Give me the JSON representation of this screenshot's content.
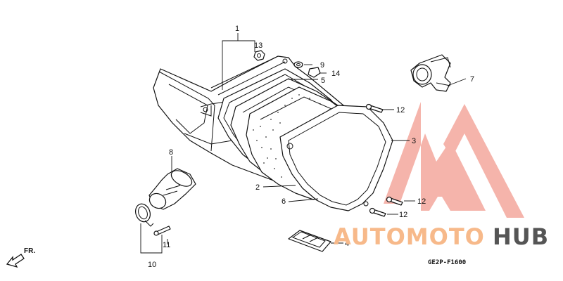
{
  "diagram": {
    "callouts": [
      {
        "id": "1",
        "label": "1"
      },
      {
        "id": "2",
        "label": "2"
      },
      {
        "id": "3",
        "label": "3"
      },
      {
        "id": "4",
        "label": "4"
      },
      {
        "id": "5",
        "label": "5"
      },
      {
        "id": "6",
        "label": "6"
      },
      {
        "id": "7",
        "label": "7"
      },
      {
        "id": "8",
        "label": "8"
      },
      {
        "id": "9",
        "label": "9"
      },
      {
        "id": "10",
        "label": "10"
      },
      {
        "id": "11",
        "label": "11"
      },
      {
        "id": "12a",
        "label": "12"
      },
      {
        "id": "12b",
        "label": "12"
      },
      {
        "id": "12c",
        "label": "12"
      },
      {
        "id": "13",
        "label": "13"
      },
      {
        "id": "14",
        "label": "14"
      }
    ],
    "front_label": "FR.",
    "diagram_code": "GE2P-F1600"
  },
  "watermark": {
    "part1": "AUTOMOTO",
    "part2": "HUB",
    "color_primary": "#f4a79d",
    "color_secondary": "#f7b98a",
    "color_hub": "#555555"
  }
}
